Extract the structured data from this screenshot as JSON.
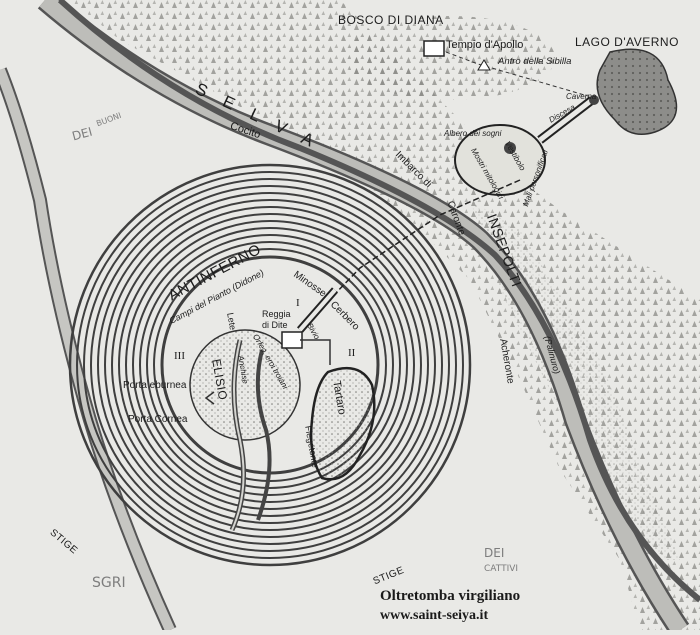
{
  "labels": {
    "bosco": "BOSCO DI DIANA",
    "tempio": "Tempio d'Apollo",
    "antro": "Antro della Sibilla",
    "lago": "LAGO D'AVERNO",
    "caverna": "Caverna",
    "discesa": "Discesa",
    "albero": "Albero dei sogni",
    "vestibolo": "Vestibolo",
    "mostri": "Mostri mitologici",
    "mali": "Mali personificati",
    "selva": "S E L V A",
    "cocito": "Cocito",
    "imbarco": "Imbarco di",
    "caronte": "Caronte",
    "insepolti": "INSEPOLTI",
    "palinuro": "(Palinuro)",
    "acheronte": "Acheronte",
    "antinferno": "ANTINFERNO",
    "campi": "Campi del Pianto (Didone)",
    "minosse": "Minosse",
    "cerbero": "Cerbero",
    "num1": "I",
    "num2": "II",
    "num3": "III",
    "reggia": "Reggia",
    "dite": "di Dite",
    "bivio": "Bivio",
    "orfeo": "Orfeo, eroi troiani",
    "anchise": "Anchise",
    "lete": "Lete",
    "elisio": "ELISIO",
    "porta_eburnea": "Porta eburnea",
    "porta_cornea": "Porta Cornea",
    "tartaro": "Tartaro",
    "flegetonte": "Flegetonte",
    "stige_left": "STIGE",
    "stige_right": "STIGE"
  },
  "annotations": {
    "dei_buoni_1": "DEI",
    "dei_buoni_2": "BUONI",
    "dei_cattivi_1": "DEI",
    "dei_cattivi_2": "CATTIVI",
    "sgri": "SGRI"
  },
  "caption": {
    "title": "Oltretomba virgiliano",
    "url": "www.saint-seiya.it"
  }
}
